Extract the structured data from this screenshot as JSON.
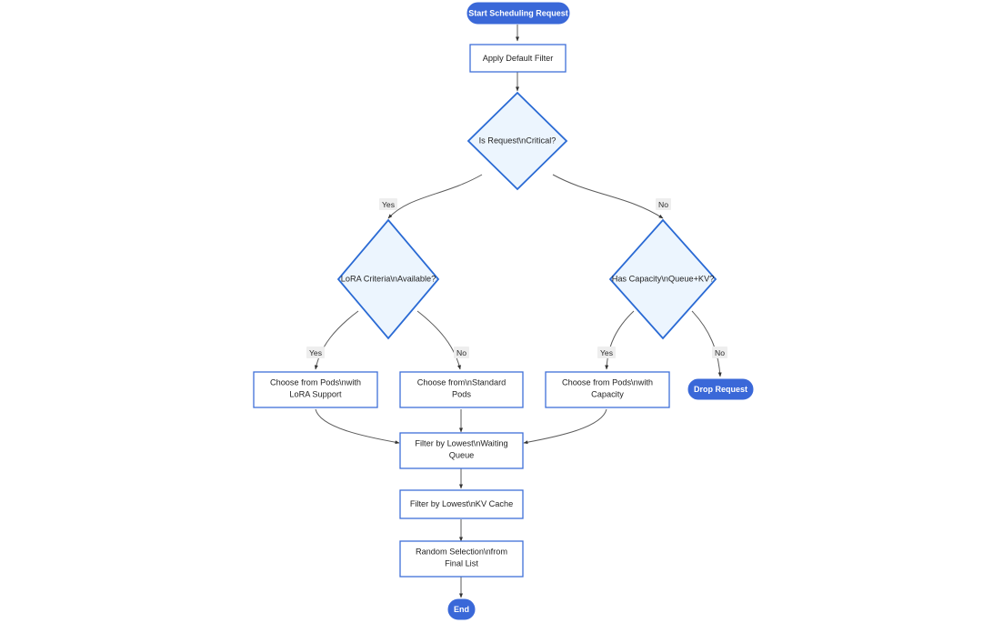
{
  "diagram": {
    "type": "flowchart",
    "direction": "top-down",
    "background_color": "#ffffff",
    "palette": {
      "terminal_fill": "#3a68d8",
      "terminal_text": "#ffffff",
      "process_fill": "#ffffff",
      "process_border": "#3f6fd8",
      "decision_fill": "#ecf5fe",
      "decision_border": "#2a6ad4",
      "edge_color": "#5b5b5b",
      "edge_label_bg": "#eeeeee",
      "text_color": "#232323"
    },
    "nodes": [
      {
        "id": "start",
        "shape": "stadium",
        "label": "Start Scheduling Request",
        "lines": [
          "Start Scheduling Request"
        ]
      },
      {
        "id": "default",
        "shape": "rect",
        "label": "Apply Default Filter",
        "lines": [
          "Apply Default Filter"
        ]
      },
      {
        "id": "critical",
        "shape": "diamond",
        "label": "Is Request\\nCritical?",
        "lines": [
          "Is Request\\nCritical?"
        ]
      },
      {
        "id": "lora",
        "shape": "diamond",
        "label": "LoRA Criteria\\nAvailable?",
        "lines": [
          "LoRA Criteria\\nAvailable?"
        ]
      },
      {
        "id": "capacity",
        "shape": "diamond",
        "label": "Has Capacity\\nQueue+KV?",
        "lines": [
          "Has Capacity\\nQueue+KV?"
        ]
      },
      {
        "id": "lorapods",
        "shape": "rect",
        "label": "Choose from Pods\\nwith LoRA Support",
        "lines": [
          "Choose from Pods\\nwith",
          "LoRA Support"
        ]
      },
      {
        "id": "stdpods",
        "shape": "rect",
        "label": "Choose from\\nStandard Pods",
        "lines": [
          "Choose from\\nStandard",
          "Pods"
        ]
      },
      {
        "id": "cappods",
        "shape": "rect",
        "label": "Choose from Pods\\nwith Capacity",
        "lines": [
          "Choose from Pods\\nwith",
          "Capacity"
        ]
      },
      {
        "id": "drop",
        "shape": "stadium",
        "label": "Drop Request",
        "lines": [
          "Drop Request"
        ]
      },
      {
        "id": "queuefilter",
        "shape": "rect",
        "label": "Filter by Lowest\\nWaiting Queue",
        "lines": [
          "Filter by Lowest\\nWaiting",
          "Queue"
        ]
      },
      {
        "id": "kvfilter",
        "shape": "rect",
        "label": "Filter by Lowest\\nKV Cache",
        "lines": [
          "Filter by Lowest\\nKV Cache"
        ]
      },
      {
        "id": "random",
        "shape": "rect",
        "label": "Random Selection\\nfrom Final List",
        "lines": [
          "Random Selection\\nfrom",
          "Final List"
        ]
      },
      {
        "id": "end",
        "shape": "stadium",
        "label": "End",
        "lines": [
          "End"
        ]
      }
    ],
    "edges": [
      {
        "from": "start",
        "to": "default",
        "label": ""
      },
      {
        "from": "default",
        "to": "critical",
        "label": ""
      },
      {
        "from": "critical",
        "to": "lora",
        "label": "Yes"
      },
      {
        "from": "critical",
        "to": "capacity",
        "label": "No"
      },
      {
        "from": "lora",
        "to": "lorapods",
        "label": "Yes"
      },
      {
        "from": "lora",
        "to": "stdpods",
        "label": "No"
      },
      {
        "from": "capacity",
        "to": "cappods",
        "label": "Yes"
      },
      {
        "from": "capacity",
        "to": "drop",
        "label": "No"
      },
      {
        "from": "lorapods",
        "to": "queuefilter",
        "label": ""
      },
      {
        "from": "stdpods",
        "to": "queuefilter",
        "label": ""
      },
      {
        "from": "cappods",
        "to": "queuefilter",
        "label": ""
      },
      {
        "from": "queuefilter",
        "to": "kvfilter",
        "label": ""
      },
      {
        "from": "kvfilter",
        "to": "random",
        "label": ""
      },
      {
        "from": "random",
        "to": "end",
        "label": ""
      }
    ],
    "edge_labels": {
      "yes": "Yes",
      "no": "No"
    }
  }
}
